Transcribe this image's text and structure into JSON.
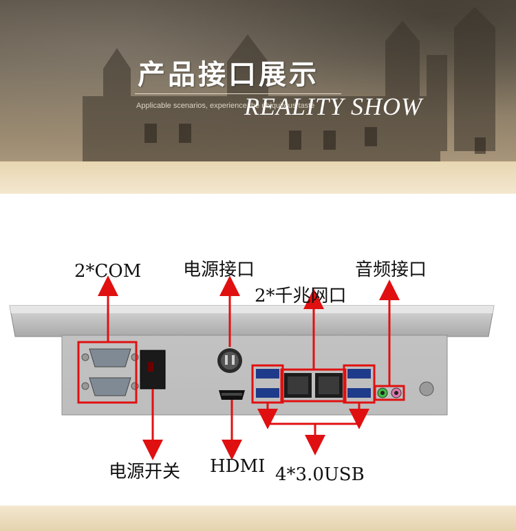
{
  "banner": {
    "title": "产品接口展示",
    "subtitle": "Applicable scenarios, experience the ubiquitous taste",
    "overlay": "REALITY SHOW"
  },
  "labels": {
    "com": "2*COM",
    "power_port": "电源接口",
    "lan": "2*千兆网口",
    "audio": "音频接口",
    "power_switch": "电源开关",
    "hdmi": "HDMI",
    "usb": "4*3.0USB"
  },
  "colors": {
    "highlight": "#e01010",
    "arrow": "#e01010",
    "band": "#efe0c2"
  }
}
